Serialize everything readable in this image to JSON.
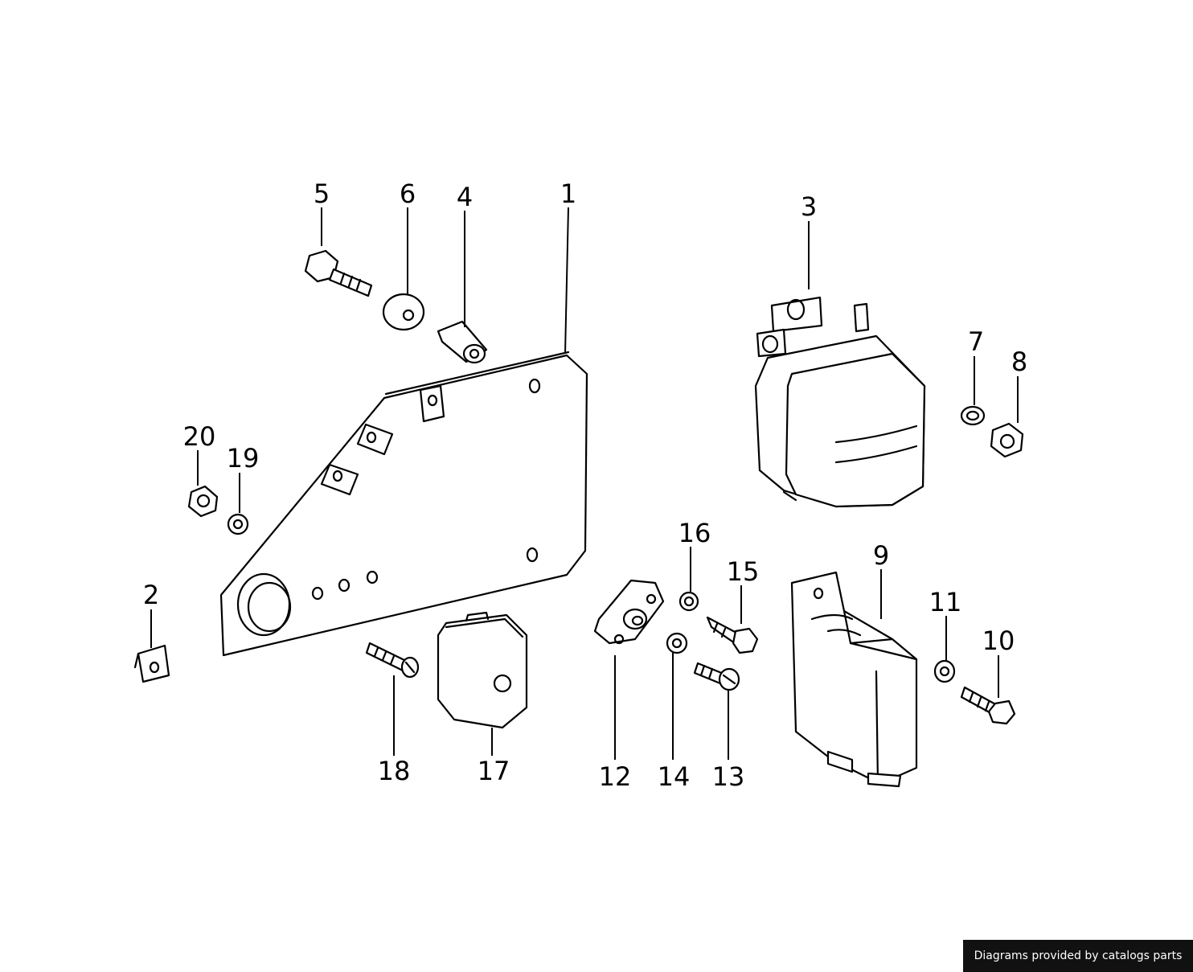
{
  "callouts": {
    "c1": "1",
    "c2": "2",
    "c3": "3",
    "c4": "4",
    "c5": "5",
    "c6": "6",
    "c7": "7",
    "c8": "8",
    "c9": "9",
    "c10": "10",
    "c11": "11",
    "c12": "12",
    "c13": "13",
    "c14": "14",
    "c15": "15",
    "c16": "16",
    "c17": "17",
    "c18": "18",
    "c19": "19",
    "c20": "20"
  },
  "footer": {
    "credit": "Diagrams provided by catalogs parts"
  }
}
